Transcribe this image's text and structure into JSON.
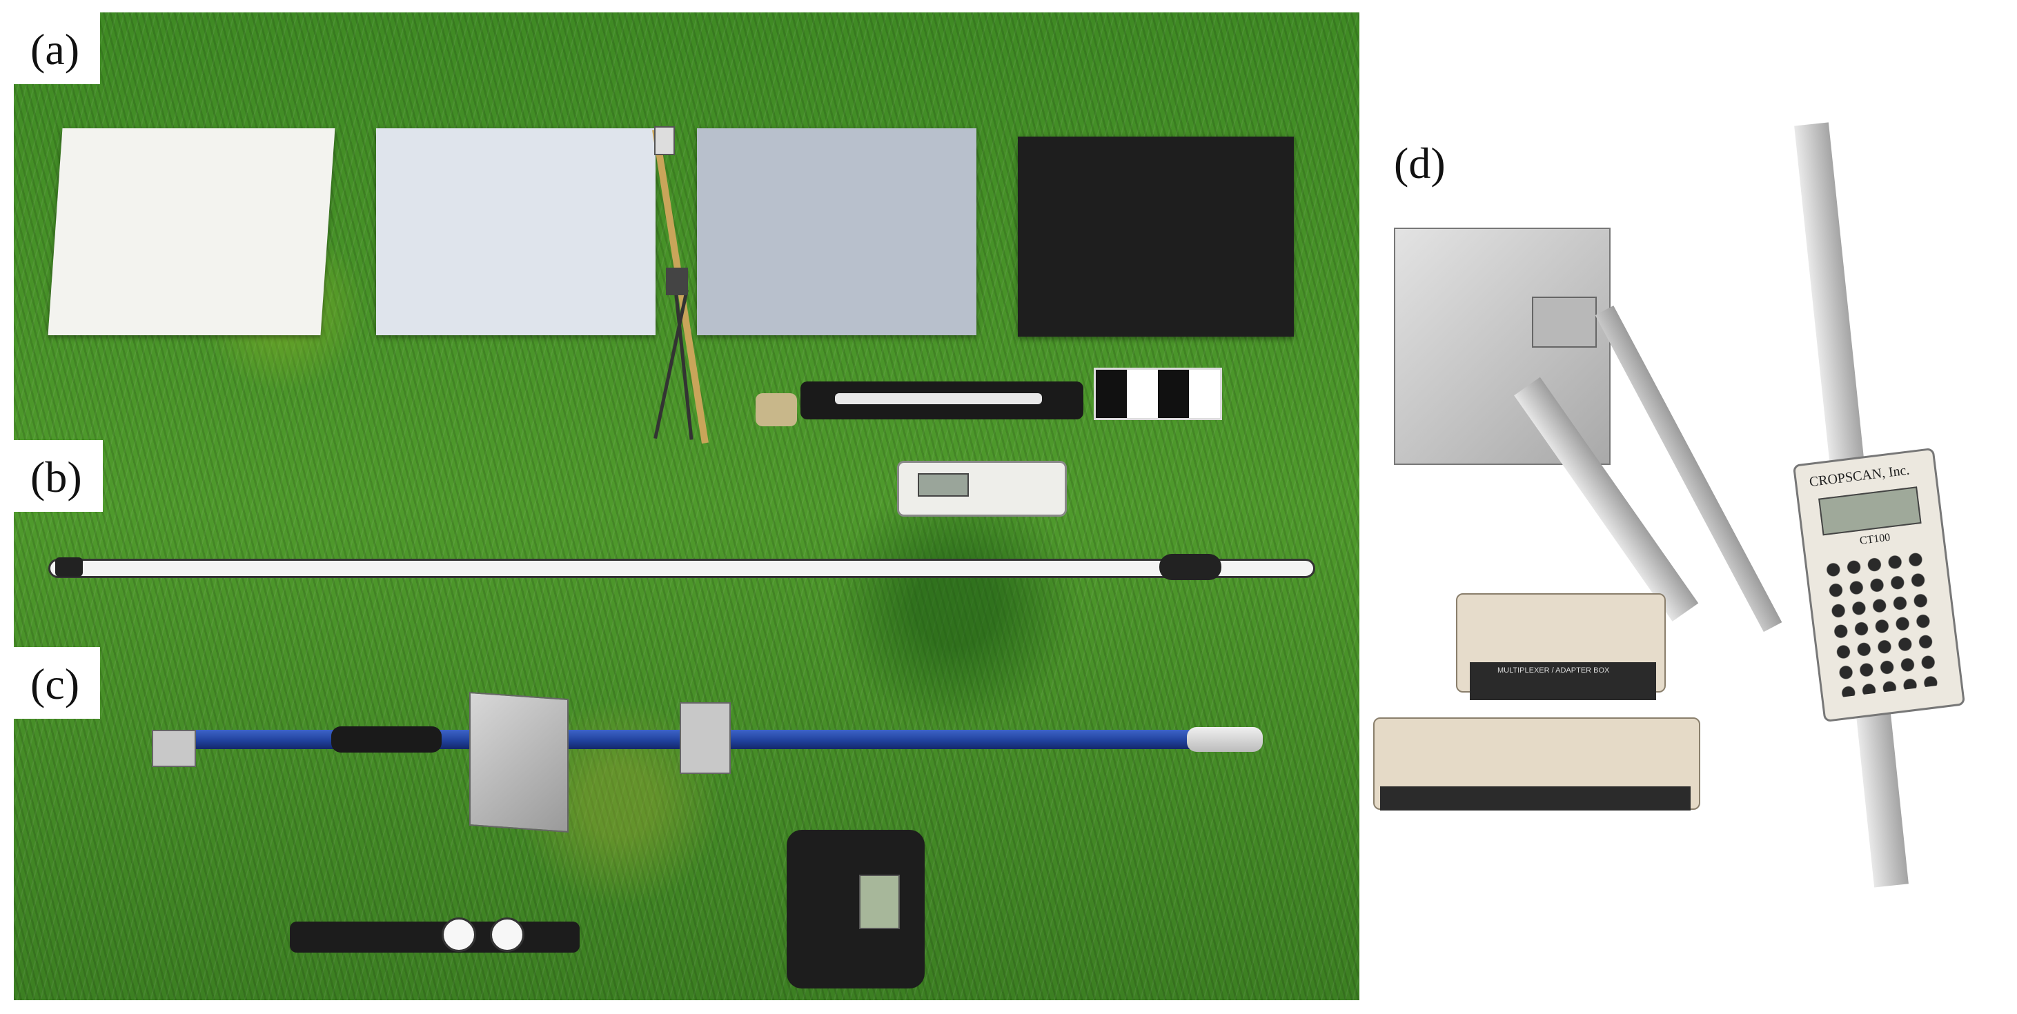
{
  "panels": {
    "a": {
      "label": "(a)"
    },
    "b": {
      "label": "(b)"
    },
    "c": {
      "label": "(c)"
    },
    "d": {
      "label": "(d)"
    }
  },
  "colors": {
    "grass": "#4f9a2c",
    "white_target": "#f2f2ee",
    "light_gray_target": "#dfe3ea",
    "gray_target": "#b9c0cb",
    "black_target": "#1d1d1d",
    "blue_pole": "#1f3f9a"
  },
  "devices": {
    "cropscan_handheld": {
      "brand": "CROPSCAN, Inc.",
      "model": "CT100"
    },
    "adapter_box": {
      "label": "MULTIPLEXER / ADAPTER BOX"
    }
  }
}
